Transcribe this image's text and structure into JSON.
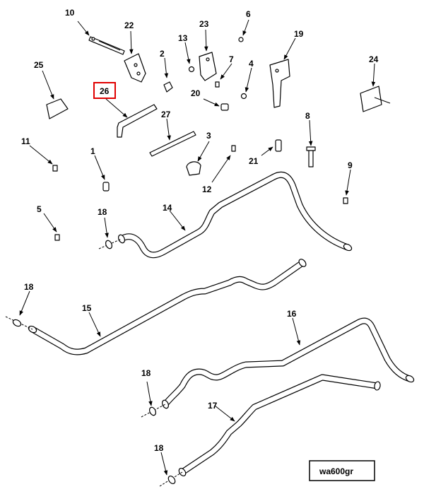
{
  "diagram": {
    "reference_code": "wa600gr",
    "highlighted_callout": "26",
    "highlight_color": "#e00000",
    "callouts": {
      "c1": "1",
      "c2": "2",
      "c3": "3",
      "c4": "4",
      "c5": "5",
      "c6": "6",
      "c7": "7",
      "c8": "8",
      "c9": "9",
      "c10": "10",
      "c11": "11",
      "c12": "12",
      "c13": "13",
      "c14": "14",
      "c15": "15",
      "c16": "16",
      "c17": "17",
      "c18a": "18",
      "c18b": "18",
      "c18c": "18",
      "c18d": "18",
      "c19": "19",
      "c20": "20",
      "c21": "21",
      "c22": "22",
      "c23": "23",
      "c24": "24",
      "c25": "25",
      "c26": "26",
      "c27": "27"
    }
  }
}
